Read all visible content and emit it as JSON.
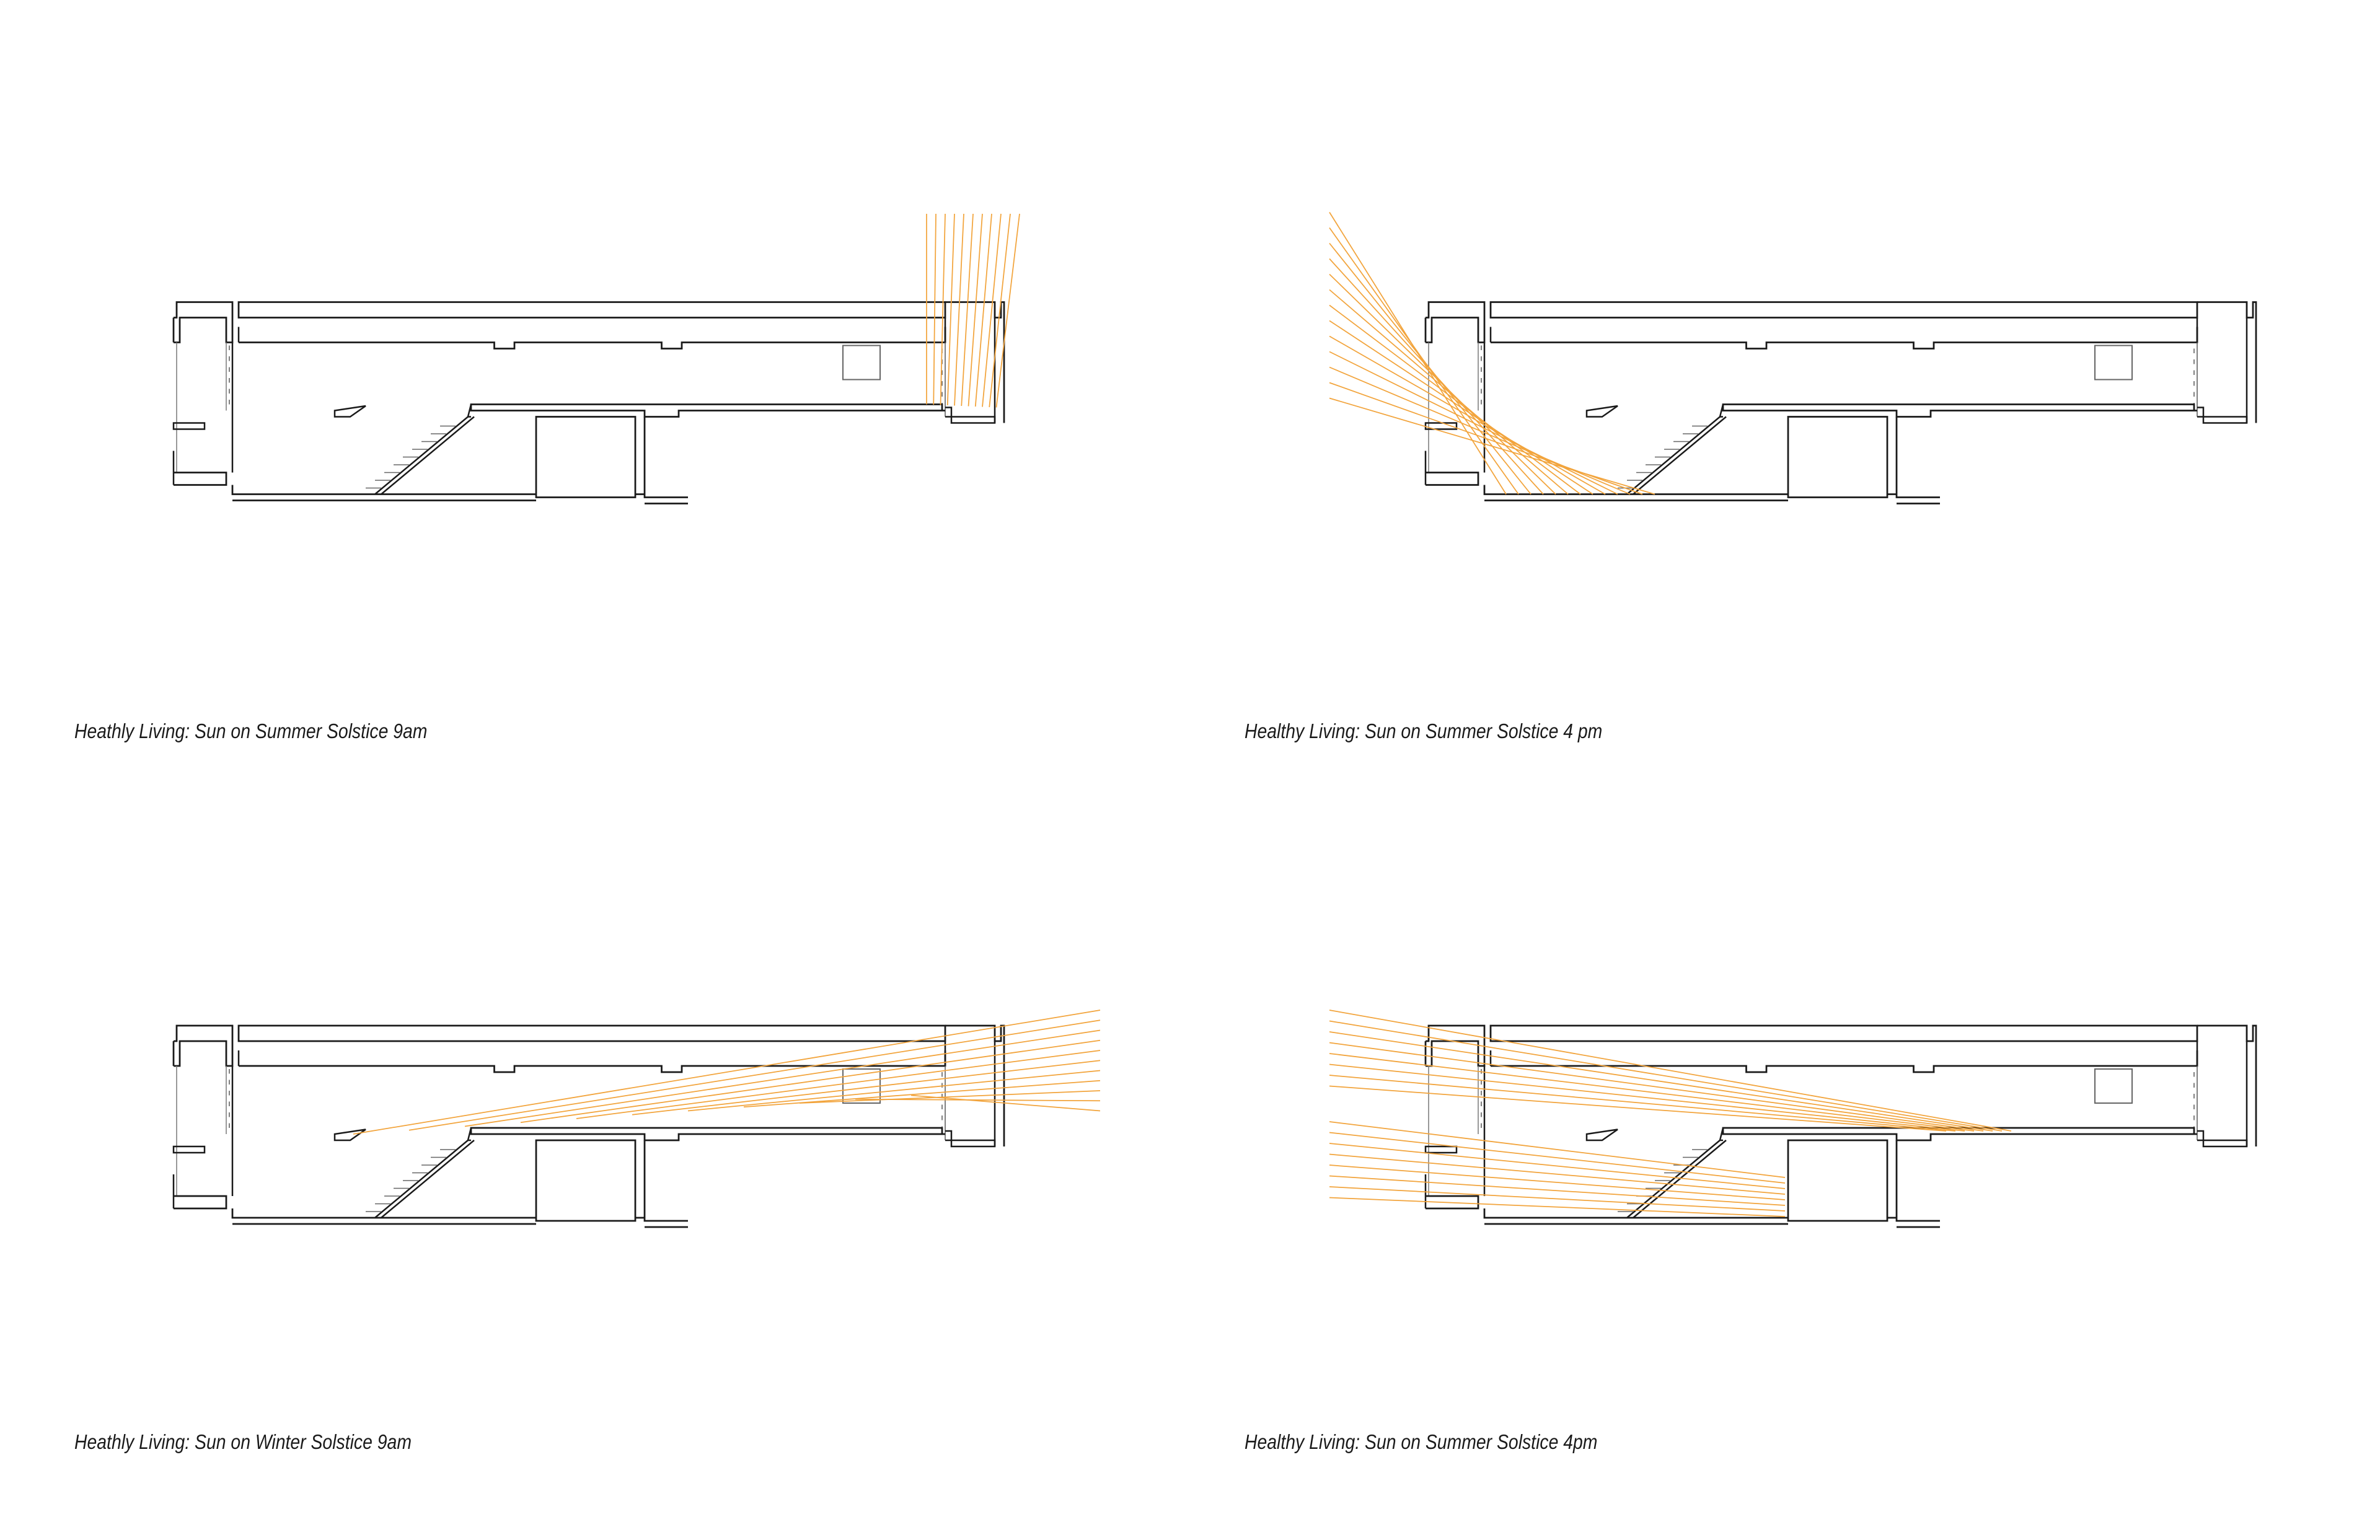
{
  "panels": [
    {
      "caption": "Heathly Living: Sun on Summer Solstice 9am",
      "rays": "summer-morning"
    },
    {
      "caption": "Healthy Living: Sun on Summer Solstice 4 pm",
      "rays": "summer-afternoon"
    },
    {
      "caption": "Heathly Living: Sun on Winter Solstice 9am",
      "rays": "winter-morning"
    },
    {
      "caption": "Healthy Living: Sun on Summer Solstice 4pm",
      "rays": "low-afternoon"
    }
  ],
  "colors": {
    "line": "#1a1a1a",
    "thin": "#666666",
    "sun": "#f2a43c"
  }
}
